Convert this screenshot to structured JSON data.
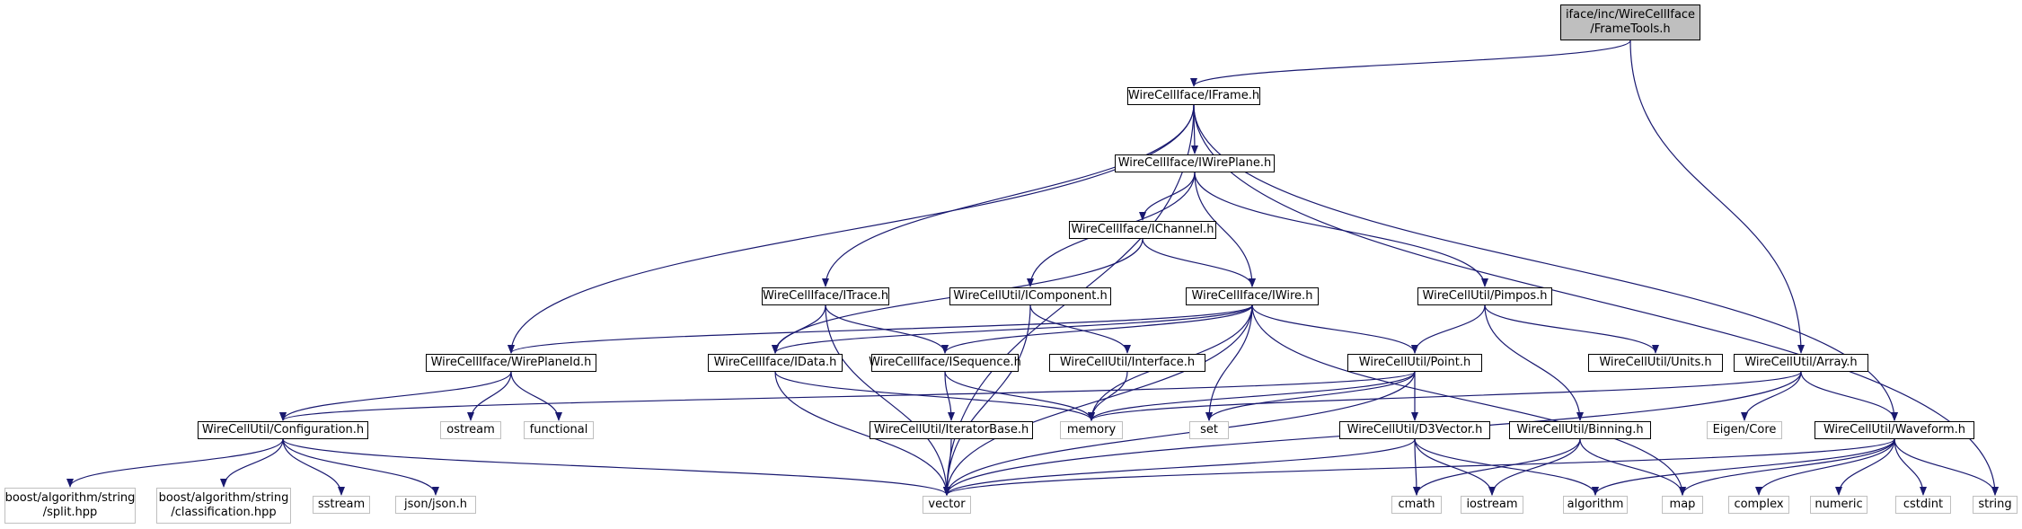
{
  "graph": {
    "edge_color": "#191970",
    "nodes": [
      {
        "id": "root",
        "kind": "root",
        "lines": [
          "iface/inc/WireCellIface",
          "/FrameTools.h"
        ]
      },
      {
        "id": "iframe",
        "kind": "hdr",
        "lines": [
          "WireCellIface/IFrame.h"
        ]
      },
      {
        "id": "iwireplane",
        "kind": "hdr",
        "lines": [
          "WireCellIface/IWirePlane.h"
        ]
      },
      {
        "id": "ichannel",
        "kind": "hdr",
        "lines": [
          "WireCellIface/IChannel.h"
        ]
      },
      {
        "id": "itrace",
        "kind": "hdr",
        "lines": [
          "WireCellIface/ITrace.h"
        ]
      },
      {
        "id": "icomponent",
        "kind": "hdr",
        "lines": [
          "WireCellUtil/IComponent.h"
        ]
      },
      {
        "id": "iwire",
        "kind": "hdr",
        "lines": [
          "WireCellIface/IWire.h"
        ]
      },
      {
        "id": "pimpos",
        "kind": "hdr",
        "lines": [
          "WireCellUtil/Pimpos.h"
        ]
      },
      {
        "id": "wireplaneid",
        "kind": "hdr",
        "lines": [
          "WireCellIface/WirePlaneId.h"
        ]
      },
      {
        "id": "idata",
        "kind": "hdr",
        "lines": [
          "WireCellIface/IData.h"
        ]
      },
      {
        "id": "isequence",
        "kind": "hdr",
        "lines": [
          "WireCellIface/ISequence.h"
        ]
      },
      {
        "id": "interface",
        "kind": "hdr",
        "lines": [
          "WireCellUtil/Interface.h"
        ]
      },
      {
        "id": "point",
        "kind": "hdr",
        "lines": [
          "WireCellUtil/Point.h"
        ]
      },
      {
        "id": "units",
        "kind": "hdr",
        "lines": [
          "WireCellUtil/Units.h"
        ]
      },
      {
        "id": "array",
        "kind": "hdr",
        "lines": [
          "WireCellUtil/Array.h"
        ]
      },
      {
        "id": "configuration",
        "kind": "hdr",
        "lines": [
          "WireCellUtil/Configuration.h"
        ]
      },
      {
        "id": "ostream",
        "kind": "sys",
        "lines": [
          "ostream"
        ]
      },
      {
        "id": "functional",
        "kind": "sys",
        "lines": [
          "functional"
        ]
      },
      {
        "id": "iteratorbase",
        "kind": "hdr",
        "lines": [
          "WireCellUtil/IteratorBase.h"
        ]
      },
      {
        "id": "memory",
        "kind": "sys",
        "lines": [
          "memory"
        ]
      },
      {
        "id": "set",
        "kind": "sys",
        "lines": [
          "set"
        ]
      },
      {
        "id": "d3vector",
        "kind": "hdr",
        "lines": [
          "WireCellUtil/D3Vector.h"
        ]
      },
      {
        "id": "binning",
        "kind": "hdr",
        "lines": [
          "WireCellUtil/Binning.h"
        ]
      },
      {
        "id": "eigencore",
        "kind": "sys",
        "lines": [
          "Eigen/Core"
        ]
      },
      {
        "id": "waveform",
        "kind": "hdr",
        "lines": [
          "WireCellUtil/Waveform.h"
        ]
      },
      {
        "id": "split",
        "kind": "sys",
        "lines": [
          "boost/algorithm/string",
          "/split.hpp"
        ]
      },
      {
        "id": "classification",
        "kind": "sys",
        "lines": [
          "boost/algorithm/string",
          "/classification.hpp"
        ]
      },
      {
        "id": "sstream",
        "kind": "sys",
        "lines": [
          "sstream"
        ]
      },
      {
        "id": "json",
        "kind": "sys",
        "lines": [
          "json/json.h"
        ]
      },
      {
        "id": "vector",
        "kind": "sys",
        "lines": [
          "vector"
        ]
      },
      {
        "id": "cmath",
        "kind": "sys",
        "lines": [
          "cmath"
        ]
      },
      {
        "id": "iostream",
        "kind": "sys",
        "lines": [
          "iostream"
        ]
      },
      {
        "id": "algorithm",
        "kind": "sys",
        "lines": [
          "algorithm"
        ]
      },
      {
        "id": "map",
        "kind": "sys",
        "lines": [
          "map"
        ]
      },
      {
        "id": "complex",
        "kind": "sys",
        "lines": [
          "complex"
        ]
      },
      {
        "id": "numeric",
        "kind": "sys",
        "lines": [
          "numeric"
        ]
      },
      {
        "id": "cstdint",
        "kind": "sys",
        "lines": [
          "cstdint"
        ]
      },
      {
        "id": "string",
        "kind": "sys",
        "lines": [
          "string"
        ]
      }
    ],
    "edges": [
      [
        "root",
        "iframe"
      ],
      [
        "root",
        "array"
      ],
      [
        "iframe",
        "iwireplane"
      ],
      [
        "iframe",
        "itrace"
      ],
      [
        "iframe",
        "wireplaneid"
      ],
      [
        "iframe",
        "vector"
      ],
      [
        "iframe",
        "waveform"
      ],
      [
        "iframe",
        "string"
      ],
      [
        "iwireplane",
        "ichannel"
      ],
      [
        "iwireplane",
        "icomponent"
      ],
      [
        "iwireplane",
        "iwire"
      ],
      [
        "iwireplane",
        "pimpos"
      ],
      [
        "ichannel",
        "iwire"
      ],
      [
        "ichannel",
        "idata"
      ],
      [
        "itrace",
        "idata"
      ],
      [
        "itrace",
        "isequence"
      ],
      [
        "itrace",
        "vector"
      ],
      [
        "icomponent",
        "interface"
      ],
      [
        "icomponent",
        "vector"
      ],
      [
        "iwire",
        "wireplaneid"
      ],
      [
        "iwire",
        "idata"
      ],
      [
        "iwire",
        "isequence"
      ],
      [
        "iwire",
        "point"
      ],
      [
        "iwire",
        "memory"
      ],
      [
        "iwire",
        "set"
      ],
      [
        "iwire",
        "vector"
      ],
      [
        "iwire",
        "map"
      ],
      [
        "pimpos",
        "point"
      ],
      [
        "pimpos",
        "units"
      ],
      [
        "pimpos",
        "binning"
      ],
      [
        "wireplaneid",
        "configuration"
      ],
      [
        "wireplaneid",
        "ostream"
      ],
      [
        "wireplaneid",
        "functional"
      ],
      [
        "idata",
        "memory"
      ],
      [
        "idata",
        "vector"
      ],
      [
        "isequence",
        "iteratorbase"
      ],
      [
        "isequence",
        "memory"
      ],
      [
        "interface",
        "memory"
      ],
      [
        "point",
        "configuration"
      ],
      [
        "point",
        "d3vector"
      ],
      [
        "point",
        "set"
      ],
      [
        "point",
        "memory"
      ],
      [
        "point",
        "vector"
      ],
      [
        "array",
        "memory"
      ],
      [
        "array",
        "eigencore"
      ],
      [
        "array",
        "waveform"
      ],
      [
        "array",
        "vector"
      ],
      [
        "configuration",
        "split"
      ],
      [
        "configuration",
        "classification"
      ],
      [
        "configuration",
        "sstream"
      ],
      [
        "configuration",
        "json"
      ],
      [
        "configuration",
        "vector"
      ],
      [
        "iteratorbase",
        "vector"
      ],
      [
        "d3vector",
        "vector"
      ],
      [
        "d3vector",
        "cmath"
      ],
      [
        "d3vector",
        "iostream"
      ],
      [
        "d3vector",
        "algorithm"
      ],
      [
        "binning",
        "cmath"
      ],
      [
        "binning",
        "iostream"
      ],
      [
        "binning",
        "map"
      ],
      [
        "waveform",
        "vector"
      ],
      [
        "waveform",
        "algorithm"
      ],
      [
        "waveform",
        "map"
      ],
      [
        "waveform",
        "complex"
      ],
      [
        "waveform",
        "numeric"
      ],
      [
        "waveform",
        "cstdint"
      ],
      [
        "waveform",
        "string"
      ]
    ]
  }
}
